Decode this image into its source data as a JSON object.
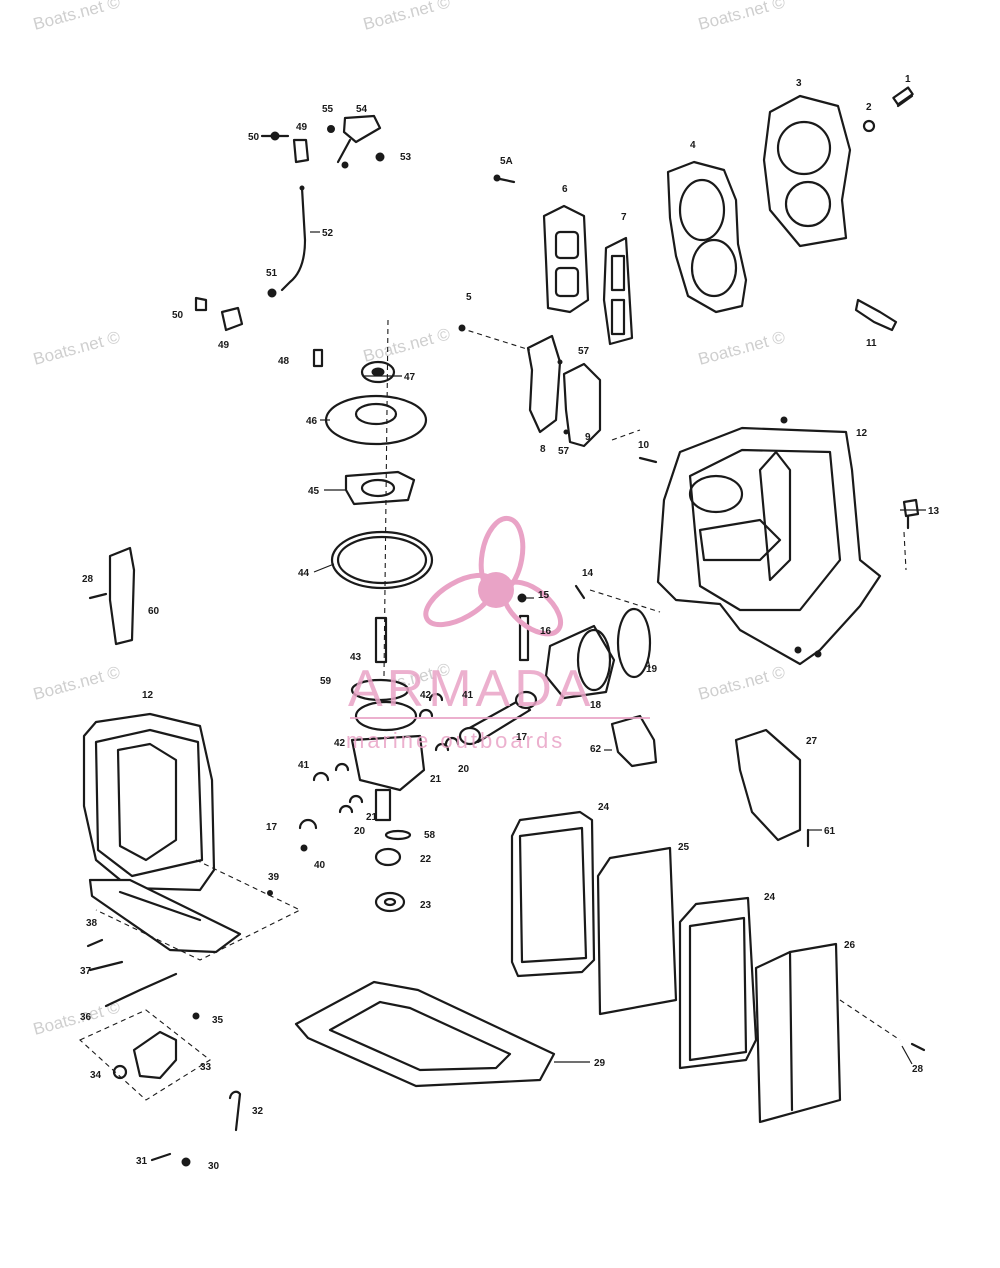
{
  "watermark": {
    "text": "Boats.net ©",
    "color": "#cfcfcf"
  },
  "brand": {
    "name": "ARMADA",
    "tagline": "marine outboards",
    "color": "#e9a3c6"
  },
  "callouts": {
    "c1": "1",
    "c2": "2",
    "c3": "3",
    "c4": "4",
    "c5": "5",
    "c5a": "5A",
    "c6": "6",
    "c7": "7",
    "c8": "8",
    "c9": "9",
    "c10": "10",
    "c11": "11",
    "c12a": "12",
    "c12b": "12",
    "c13": "13",
    "c14": "14",
    "c15": "15",
    "c16": "16",
    "c17a": "17",
    "c17b": "17",
    "c18": "18",
    "c19": "19",
    "c20a": "20",
    "c20b": "20",
    "c21a": "21",
    "c21b": "21",
    "c22": "22",
    "c23": "23",
    "c24a": "24",
    "c24b": "24",
    "c25": "25",
    "c26": "26",
    "c27": "27",
    "c28a": "28",
    "c28b": "28",
    "c29": "29",
    "c30": "30",
    "c31": "31",
    "c32": "32",
    "c33": "33",
    "c34": "34",
    "c35": "35",
    "c36": "36",
    "c37": "37",
    "c38": "38",
    "c39": "39",
    "c40": "40",
    "c41a": "41",
    "c41b": "41",
    "c42a": "42",
    "c42b": "42",
    "c43": "43",
    "c44": "44",
    "c45": "45",
    "c46": "46",
    "c47": "47",
    "c48": "48",
    "c49a": "49",
    "c49b": "49",
    "c50a": "50",
    "c50b": "50",
    "c51": "51",
    "c52": "52",
    "c53": "53",
    "c54": "54",
    "c55": "55",
    "c57a": "57",
    "c57b": "57",
    "c58": "58",
    "c59": "59",
    "c60": "60",
    "c61": "61",
    "c62": "62"
  }
}
